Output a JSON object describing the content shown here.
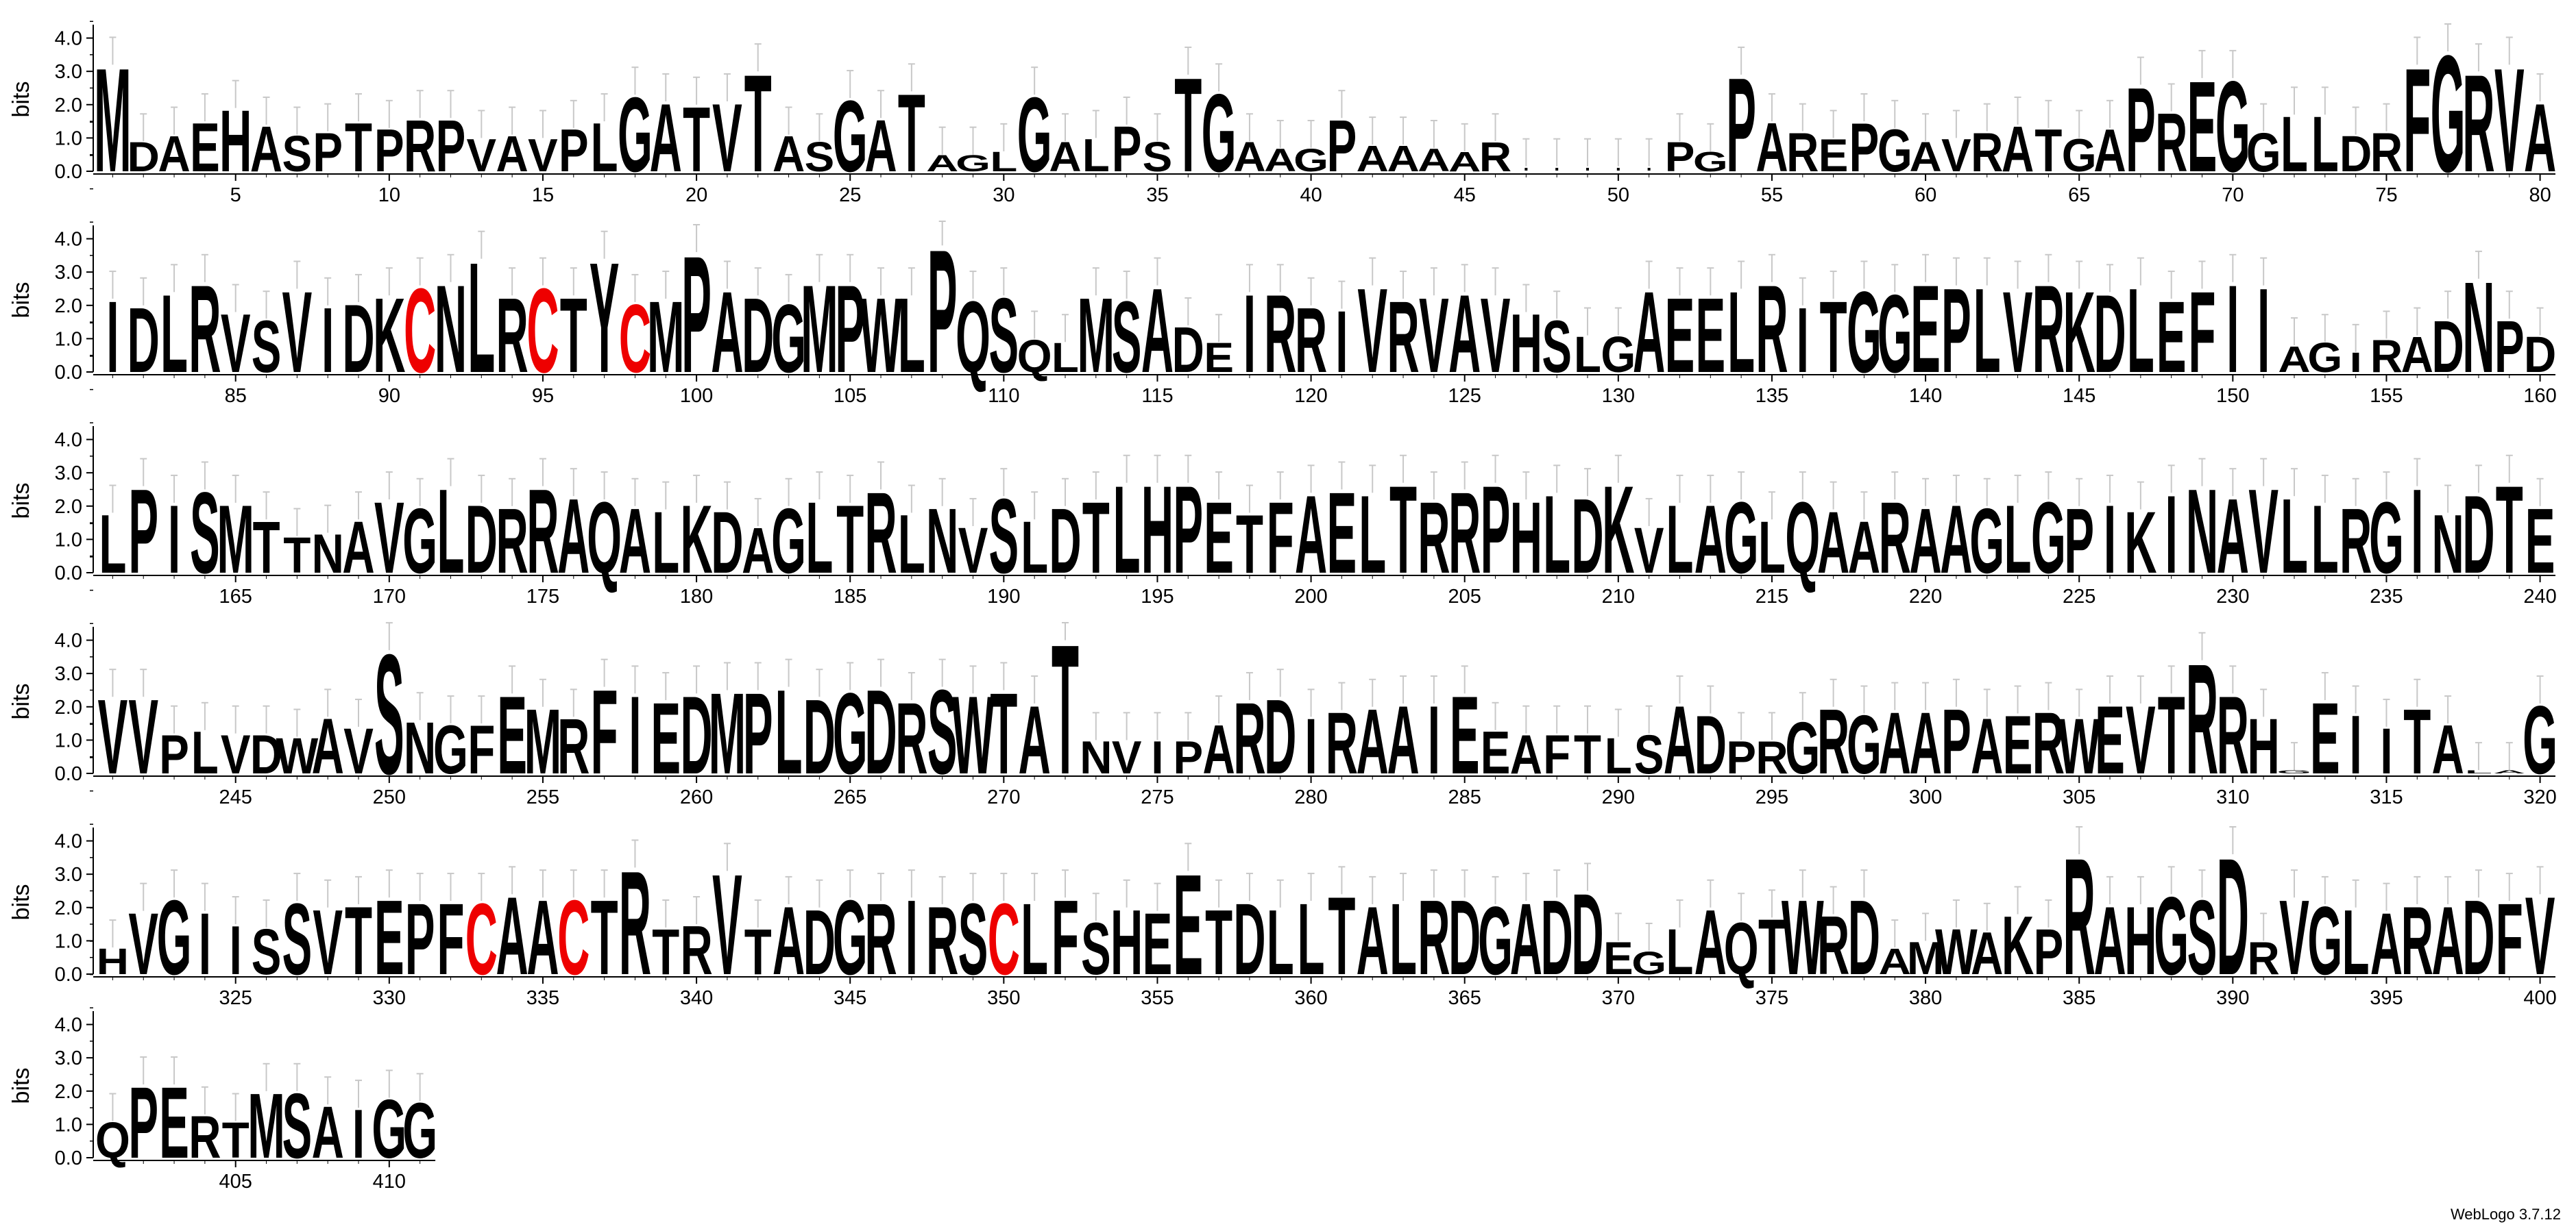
{
  "chart_data": {
    "type": "sequence-logo",
    "ylabel": "bits",
    "ylim": [
      0,
      4.32
    ],
    "yticks": [
      "0.0",
      "1.0",
      "2.0",
      "3.0",
      "4.0"
    ],
    "xticks": [
      5,
      10,
      15,
      20,
      25,
      30,
      35,
      40,
      45,
      50,
      55,
      60,
      65,
      70,
      75,
      80,
      85,
      90,
      95,
      100,
      105,
      110,
      115,
      120,
      125,
      130,
      135,
      140,
      145,
      150,
      155,
      160,
      165,
      170,
      175,
      180,
      185,
      190,
      195,
      200,
      205,
      210,
      215,
      220,
      225,
      230,
      235,
      240,
      245,
      250,
      255,
      260,
      265,
      270,
      275,
      280,
      285,
      290,
      295,
      300,
      305,
      310,
      315,
      320,
      325,
      330,
      335,
      340,
      345,
      350,
      355,
      360,
      365,
      370,
      375,
      380,
      385,
      390,
      395,
      400,
      405,
      410
    ],
    "positions_per_row": 80,
    "first_position": 1,
    "highlight_letter": "C",
    "colors": {
      "default": "#000000",
      "highlight": "#ee0000",
      "error_bar": "#c8c8c8"
    },
    "sequence": "MDAEHASPTPRPVAVPLGATVTASGATAGLGALPSTGAAGPAAAAR.....PGPAREPGAVRATGAPREGGLLDRFGRVAIDLRVSVIDKCNLRCTYCMPADGMPWLPQSQLMSADEIRRIVRVAVHSLGAEELRITGGEPLVRKDLEFIIAGIRADNPDLPISMTTNAVGLDRRAQALKDAGLTRLNVSLDTLHPETFAELTRRPHLDKVLAGLQAARAAGLGPIKINAVLLRGINDTEVVPLVDWAVSNGFEMRFIEDMPLDGDRSWTATNVIPARDIRAAIEEAFTLSADPRGRGAAPAERWEVTRRHGEIITALAGHVGIISSVTEPFCAACTRTRVTADGRIRSCLFSHEETDLLTALRDGADDEGLAQTWRDAMWAKPRAHGSDRVGLARADFVQPERTMSAIGG",
    "heights": [
      3.2,
      0.9,
      1.1,
      1.5,
      1.9,
      1.4,
      1.1,
      1.2,
      1.5,
      1.3,
      1.6,
      1.6,
      1.0,
      1.1,
      1.0,
      1.3,
      1.5,
      2.3,
      2.1,
      2.0,
      2.1,
      3.0,
      1.1,
      0.9,
      2.2,
      1.6,
      2.4,
      0.5,
      0.5,
      0.6,
      2.3,
      0.9,
      1.0,
      1.4,
      0.9,
      2.9,
      2.4,
      0.9,
      0.7,
      0.7,
      1.6,
      0.8,
      0.8,
      0.7,
      0.6,
      0.9,
      0.15,
      0.15,
      0.15,
      0.15,
      0.15,
      0.9,
      0.6,
      2.9,
      1.5,
      1.2,
      1.0,
      1.5,
      1.3,
      0.9,
      1.0,
      1.2,
      1.4,
      1.3,
      1.0,
      1.3,
      2.6,
      1.8,
      2.8,
      2.8,
      1.2,
      1.7,
      1.7,
      1.1,
      1.2,
      3.2,
      3.6,
      3.0,
      3.2,
      2.1,
      2.2,
      2.0,
      2.4,
      2.7,
      1.8,
      1.6,
      2.5,
      2.0,
      2.1,
      2.3,
      2.6,
      2.7,
      3.4,
      2.3,
      2.6,
      2.3,
      3.4,
      2.1,
      2.2,
      3.6,
      2.5,
      2.3,
      2.1,
      2.7,
      2.7,
      2.3,
      2.3,
      3.8,
      2.2,
      2.3,
      1.0,
      0.9,
      2.3,
      2.2,
      2.6,
      1.4,
      0.9,
      2.4,
      2.4,
      2.0,
      1.9,
      2.6,
      2.2,
      2.3,
      2.4,
      2.3,
      1.8,
      1.6,
      1.1,
      1.1,
      2.5,
      2.3,
      2.3,
      2.5,
      2.7,
      2.0,
      2.2,
      2.5,
      2.4,
      2.7,
      2.6,
      2.6,
      2.5,
      2.7,
      2.5,
      2.4,
      2.6,
      2.2,
      2.5,
      2.7,
      2.6,
      0.8,
      0.9,
      0.6,
      1.0,
      1.1,
      1.6,
      2.8,
      1.6,
      1.1,
      1.8,
      2.6,
      2.1,
      2.5,
      2.1,
      1.6,
      1.1,
      1.2,
      1.6,
      2.2,
      2.0,
      2.6,
      2.1,
      2.0,
      2.6,
      2.3,
      2.2,
      2.0,
      1.9,
      2.1,
      1.9,
      1.4,
      2.0,
      2.2,
      2.1,
      2.5,
      1.8,
      2.0,
      1.4,
      2.3,
      1.6,
      2.0,
      2.2,
      2.7,
      2.7,
      2.7,
      2.2,
      1.8,
      2.2,
      2.4,
      2.5,
      2.4,
      2.7,
      2.2,
      2.5,
      2.7,
      2.2,
      2.4,
      2.3,
      2.7,
      1.4,
      2.1,
      2.1,
      2.2,
      1.6,
      2.2,
      1.9,
      1.6,
      2.2,
      2.0,
      2.1,
      2.0,
      2.1,
      2.2,
      2.0,
      2.1,
      1.9,
      2.4,
      2.6,
      2.3,
      2.6,
      2.3,
      2.1,
      2.0,
      2.2,
      2.6,
      1.8,
      2.4,
      2.7,
      2.0,
      2.3,
      2.3,
      1.2,
      1.3,
      1.2,
      1.2,
      1.1,
      1.7,
      1.4,
      3.7,
      1.6,
      1.5,
      1.5,
      2.4,
      2.0,
      1.7,
      2.6,
      2.4,
      2.2,
      2.4,
      2.5,
      2.5,
      2.6,
      2.3,
      2.5,
      2.6,
      2.2,
      2.6,
      2.4,
      2.5,
      2.1,
      4.0,
      1.0,
      1.0,
      1.0,
      1.0,
      1.5,
      2.2,
      2.3,
      1.7,
      1.9,
      2.0,
      2.1,
      2.1,
      2.4,
      1.3,
      1.2,
      1.2,
      1.2,
      1.1,
      1.2,
      2.1,
      1.8,
      1.0,
      1.0,
      1.6,
      2.0,
      1.8,
      1.9,
      1.9,
      2.0,
      1.7,
      1.8,
      1.9,
      1.7,
      2.1,
      2.1,
      2.4,
      3.4,
      2.4,
      1.7,
      0.1,
      2.2,
      1.8,
      1.4,
      2.0,
      1.5,
      0.1,
      0.1,
      2.1,
      0.8,
      1.9,
      2.3,
      1.9,
      1.5,
      1.4,
      2.2,
      2.0,
      2.1,
      2.3,
      2.2,
      2.2,
      2.2,
      2.4,
      2.3,
      2.3,
      2.3,
      3.2,
      1.4,
      1.5,
      3.1,
      1.4,
      2.1,
      2.0,
      2.3,
      2.2,
      2.3,
      2.1,
      2.2,
      2.2,
      2.2,
      2.3,
      1.6,
      2.0,
      1.9,
      3.1,
      2.0,
      2.2,
      2.0,
      2.2,
      2.4,
      2.1,
      2.2,
      2.3,
      2.3,
      2.1,
      2.2,
      2.3,
      2.5,
      1.0,
      0.7,
      1.4,
      2.0,
      1.6,
      1.7,
      2.3,
      1.8,
      2.3,
      0.8,
      1.0,
      1.4,
      1.3,
      1.8,
      1.4,
      3.6,
      2.1,
      2.1,
      2.4,
      2.3,
      3.6,
      1.0,
      2.3,
      2.1,
      2.0,
      1.9,
      2.1,
      2.1,
      2.3,
      2.2,
      2.4,
      1.1,
      2.2,
      2.2,
      1.3,
      1.1,
      2.0,
      2.0,
      1.6,
      1.5,
      1.8,
      1.7,
      1.2,
      2.0,
      2.4,
      1.3,
      1.2,
      1.3,
      1.5,
      1.7
    ],
    "credit": "WebLogo 3.7.12"
  }
}
